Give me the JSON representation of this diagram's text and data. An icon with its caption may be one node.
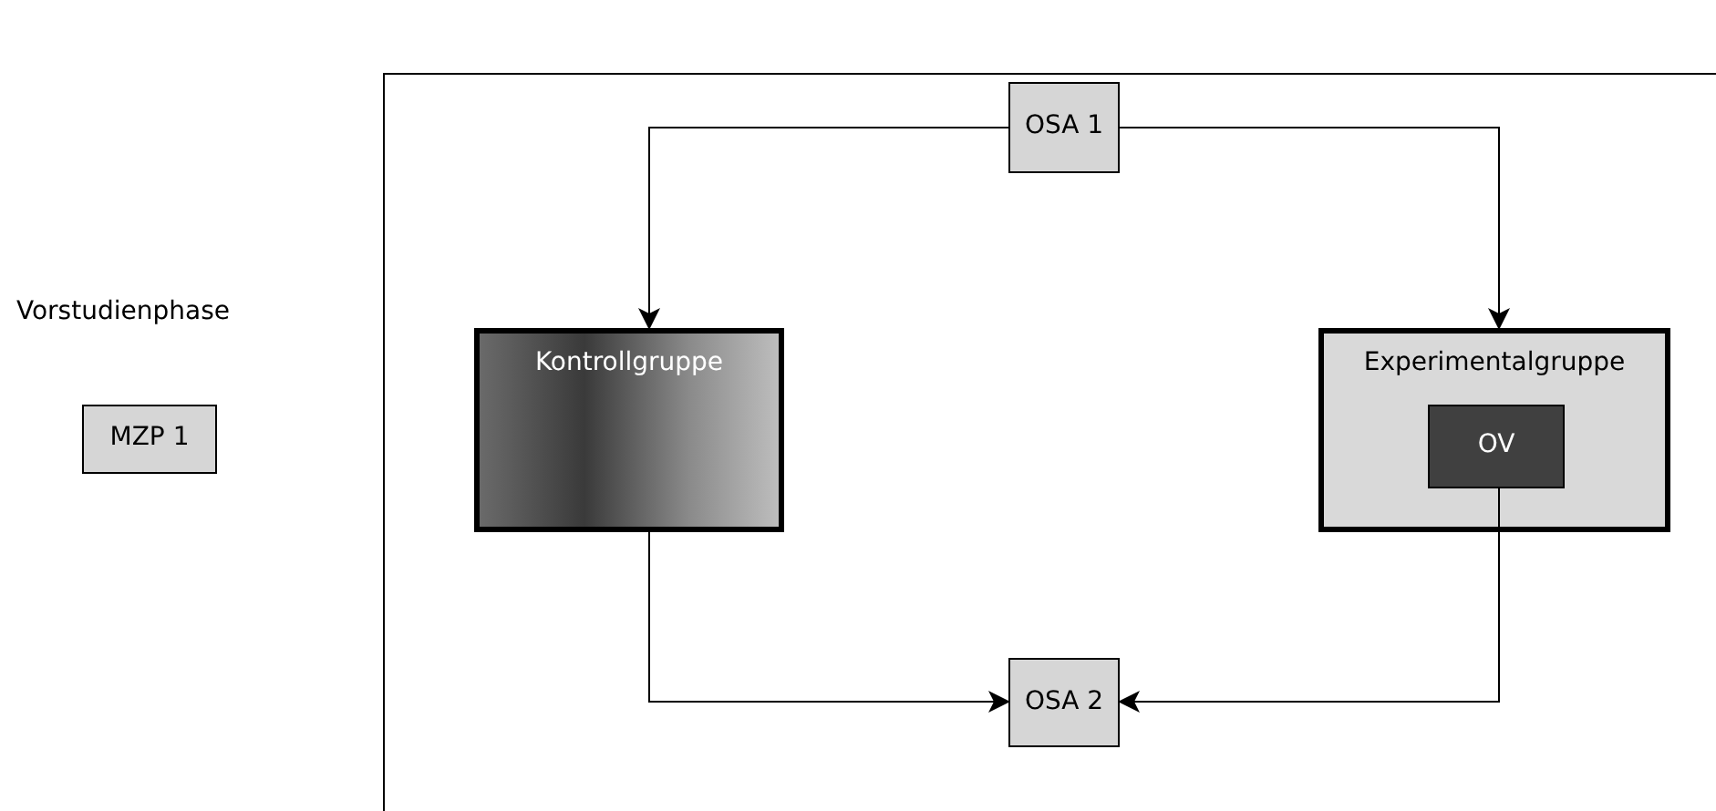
{
  "diagram": {
    "nodes": [
      {
        "text": [],
        "shape": "box"
      },
      {
        "text": [
          "OSA 1"
        ],
        "in": 0
      },
      {
        "text": [
          "Kontrollgruppe"
        ],
        "in": 0
      },
      {
        "text": [
          "Experimentalgruppe"
        ],
        "in": 0
      },
      {
        "text": [
          "OV"
        ],
        "in": 3
      },
      {
        "text": [
          "OSA 2"
        ],
        "in": 0
      },
      {
        "text": [
          "MZP 1"
        ]
      }
    ],
    "edges": [
      {
        "from": 1,
        "to": 2,
        "arrow": "to"
      },
      {
        "from": 1,
        "to": 3,
        "arrow": "to"
      },
      {
        "from": 2,
        "to": 5,
        "arrow": "to"
      },
      {
        "from": 4,
        "to": 5,
        "arrow": "to"
      }
    ],
    "labels": [
      "Vorstudienphase"
    ]
  }
}
